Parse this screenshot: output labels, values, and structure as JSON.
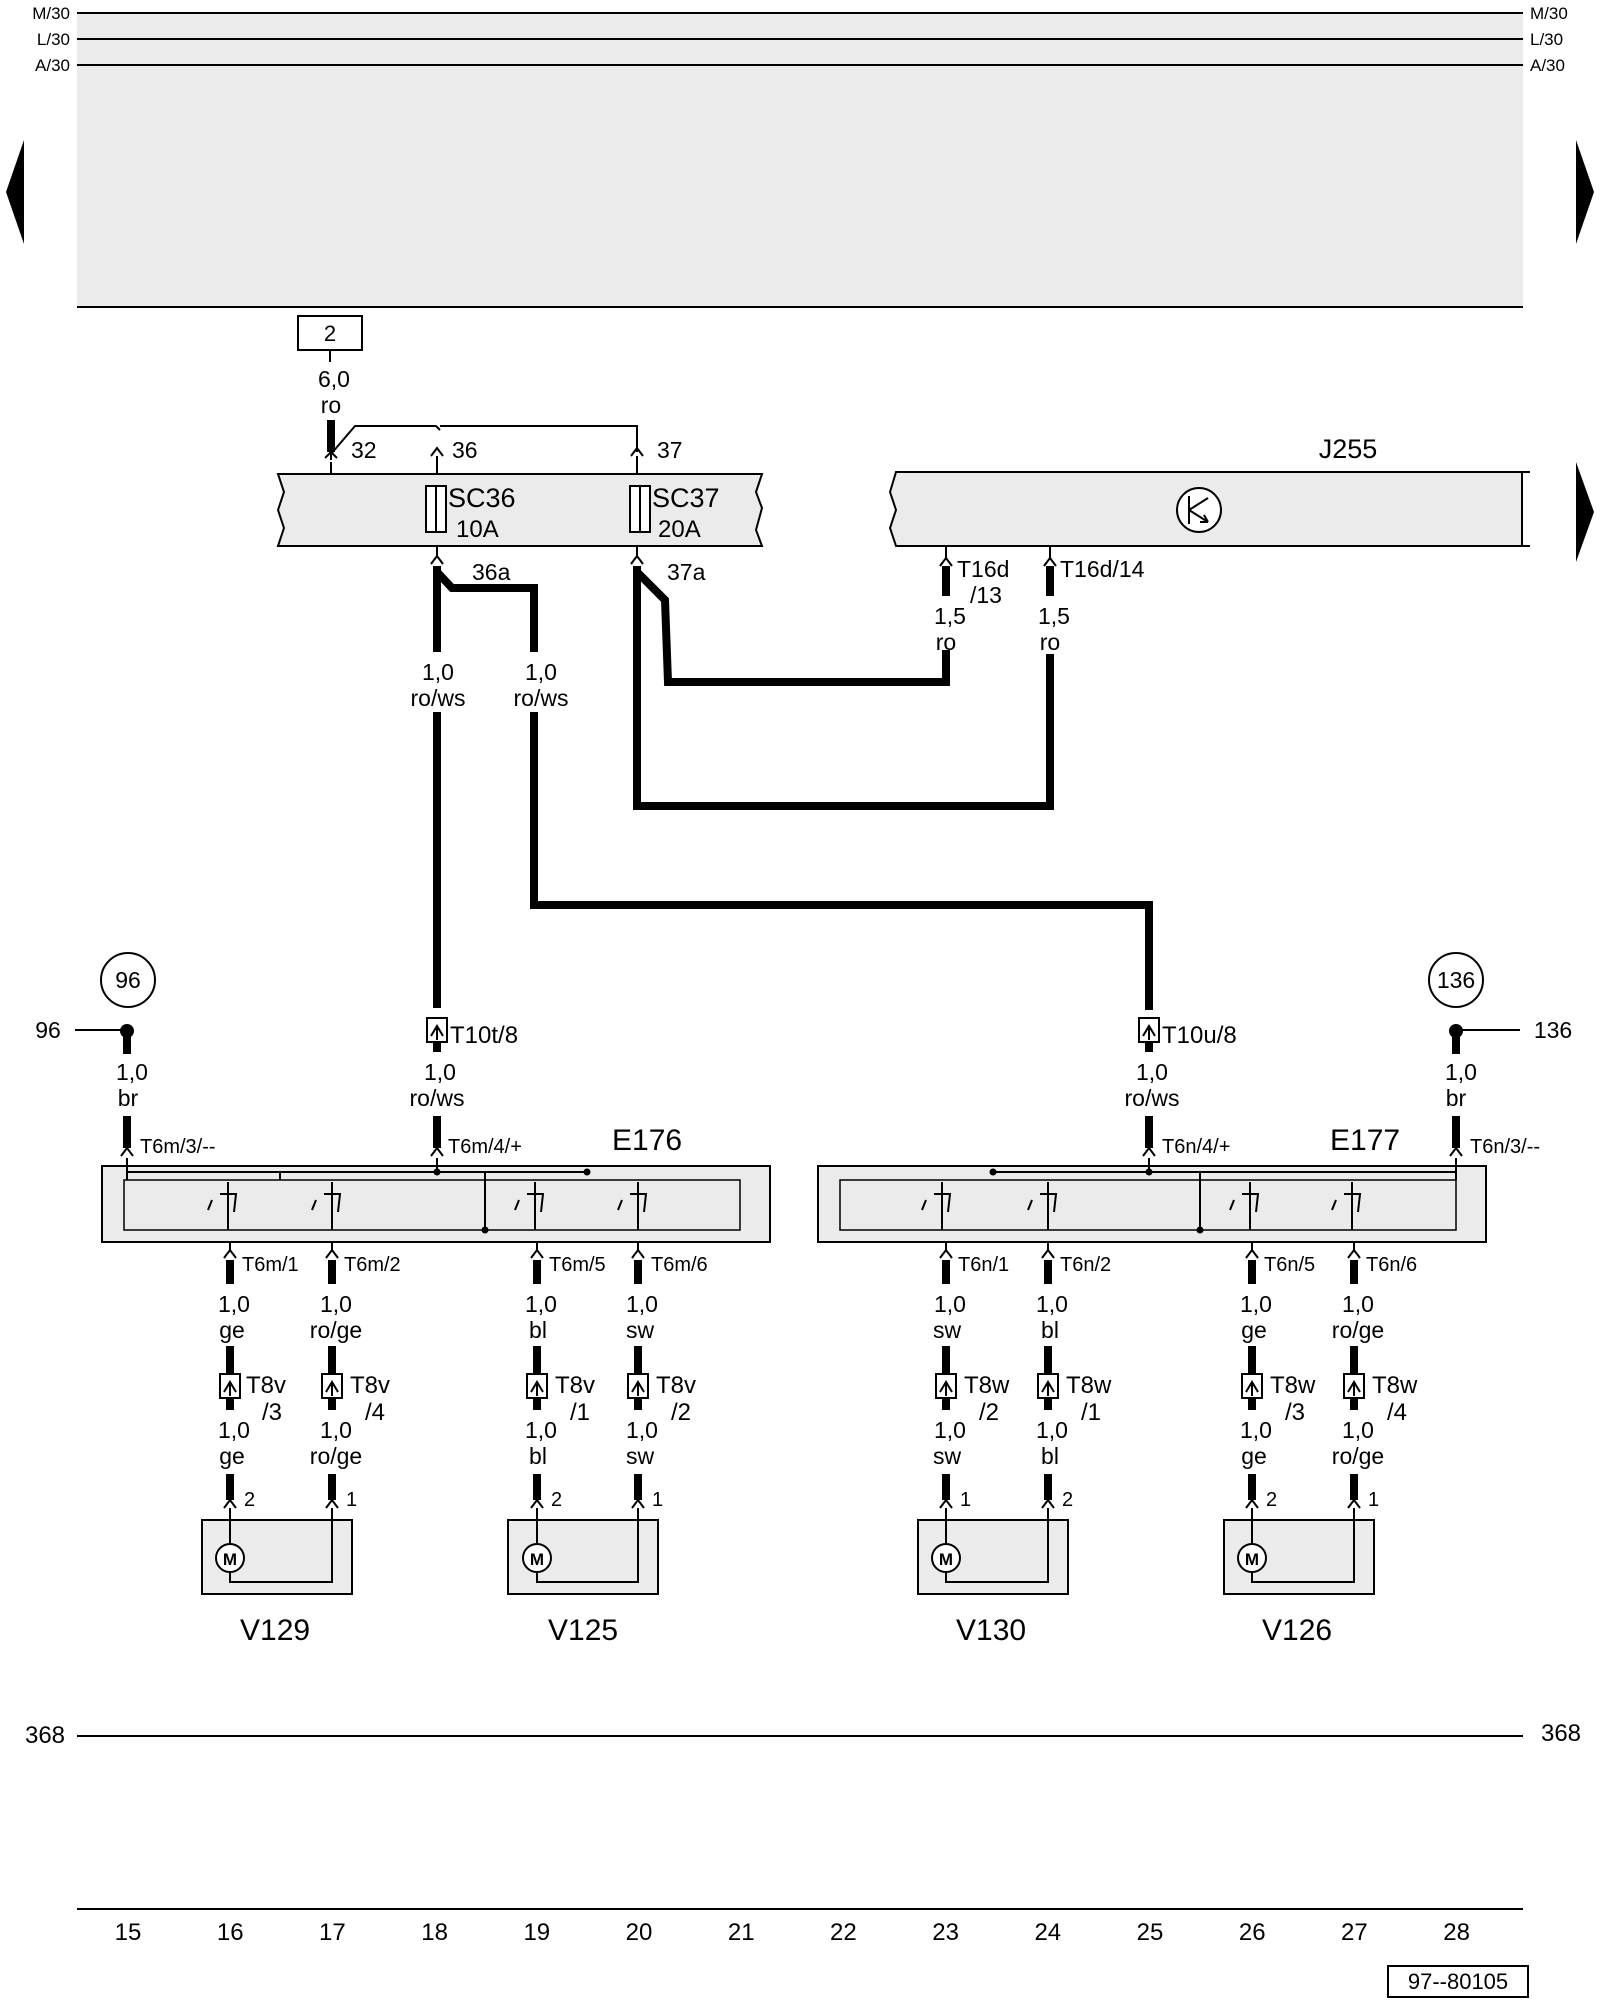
{
  "rails": {
    "m30": "M/30",
    "l30": "L/30",
    "a30": "A/30",
    "r368": "368"
  },
  "fuse_box": {
    "ref": "2",
    "feed_size": "6,0",
    "feed_color": "ro",
    "pins": {
      "p32": "32",
      "p36": "36",
      "p37": "37"
    },
    "sc36": {
      "name": "SC36",
      "rating": "10A",
      "out": "36a"
    },
    "sc37": {
      "name": "SC37",
      "rating": "20A",
      "out": "37a"
    }
  },
  "j255": {
    "name": "J255",
    "t13a": "T16d",
    "t13b": "/13",
    "t14": "T16d/14",
    "size": "1,5",
    "color": "ro"
  },
  "wires": {
    "size10": "1,0",
    "rows": "ro/ws",
    "br": "br",
    "ge": "ge",
    "roge": "ro/ge",
    "bl": "bl",
    "sw": "sw"
  },
  "refs": {
    "r96": "96",
    "r136": "136"
  },
  "connectors": {
    "t10t": "T10t/8",
    "t10u": "T10u/8",
    "t6m3": "T6m/3/--",
    "t6m4": "T6m/4/+",
    "t6m1": "T6m/1",
    "t6m2": "T6m/2",
    "t6m5": "T6m/5",
    "t6m6": "T6m/6",
    "t6n4": "T6n/4/+",
    "t6n3": "T6n/3/--",
    "t6n1": "T6n/1",
    "t6n2": "T6n/2",
    "t6n5": "T6n/5",
    "t6n6": "T6n/6",
    "t8v": "T8v",
    "t8w": "T8w",
    "s1": "/1",
    "s2": "/2",
    "s3": "/3",
    "s4": "/4",
    "pin1": "1",
    "pin2": "2"
  },
  "switches": {
    "e176": "E176",
    "e177": "E177"
  },
  "motors": {
    "v129": "V129",
    "v125": "V125",
    "v130": "V130",
    "v126": "V126",
    "symbol": "M"
  },
  "columns": [
    "15",
    "16",
    "17",
    "18",
    "19",
    "20",
    "21",
    "22",
    "23",
    "24",
    "25",
    "26",
    "27",
    "28"
  ],
  "doc_number": "97--80105"
}
